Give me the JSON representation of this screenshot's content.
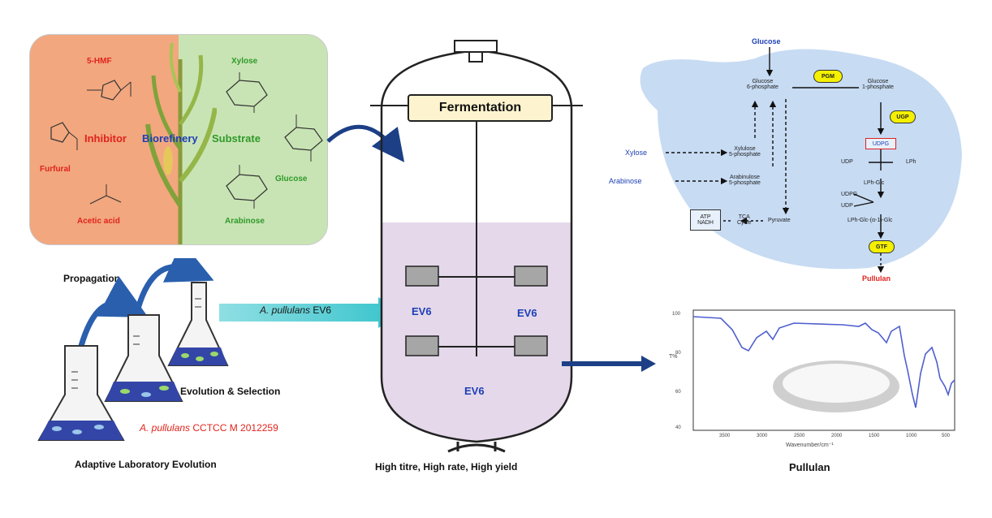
{
  "feedstock": {
    "inhibitor_label": "Inhibitor",
    "biorefinery_label": "Biorefinery",
    "substrate_label": "Substrate",
    "inhibitors": [
      "5-HMF",
      "Furfural",
      "Acetic acid"
    ],
    "substrates": [
      "Xylose",
      "Glucose",
      "Arabinose"
    ]
  },
  "ale": {
    "propagation": "Propagation",
    "evolution_selection": "Evolution & Selection",
    "strain_prefix": "A. pullulans",
    "strain_suffix": "CCTCC M 2012259",
    "caption": "Adaptive Laboratory Evolution"
  },
  "inoculum": {
    "species": "A. pullulans",
    "strain": "EV6"
  },
  "fermenter": {
    "title": "Fermentation",
    "strain_labels": [
      "EV6",
      "EV6",
      "EV6"
    ],
    "caption": "High titre, High rate, High yield"
  },
  "pathway": {
    "glucose": "Glucose",
    "g6p": "Glucose\n6-phosphate",
    "g1p": "Glucose\n1-phosphate",
    "pgm": "PGM",
    "ugp": "UGP",
    "udpg": "UDPG",
    "udp1": "UDP",
    "lph1": "LPh",
    "lph_glc": "LPh-Glc",
    "udpg2": "UDPG",
    "udp2": "UDP",
    "lph_glc_n": "LPh-Glc-(α-1)-Glc",
    "gtf": "GTF",
    "pullulan": "Pullulan",
    "xylose": "Xylose",
    "arabinose": "Arabinose",
    "xylulose": "Xylulose\n5-phosphate",
    "arabinulose": "Arabinulose\n5-phosphate",
    "tca": "TCA\nCycle",
    "pyruvate": "Pyruvate",
    "atp": "ATP\nNADH"
  },
  "product": {
    "caption": "Pullulan",
    "x_title": "Wavenumber/cm⁻¹",
    "y_title": "T%",
    "x_ticks": [
      "3500",
      "3000",
      "2500",
      "2000",
      "1500",
      "1000",
      "500"
    ],
    "y_ticks": [
      "100",
      "80",
      "60",
      "40"
    ]
  },
  "colors": {
    "feed_left": "#f2a77e",
    "feed_right": "#c9e4b4",
    "fermenter_liquid": "#e4d8ea",
    "cell_bg": "#c7dbf3",
    "arrow_blue": "#1c3f86",
    "arrow_cyan": "#36c3cb",
    "spectrum": "#4f5fcf"
  }
}
